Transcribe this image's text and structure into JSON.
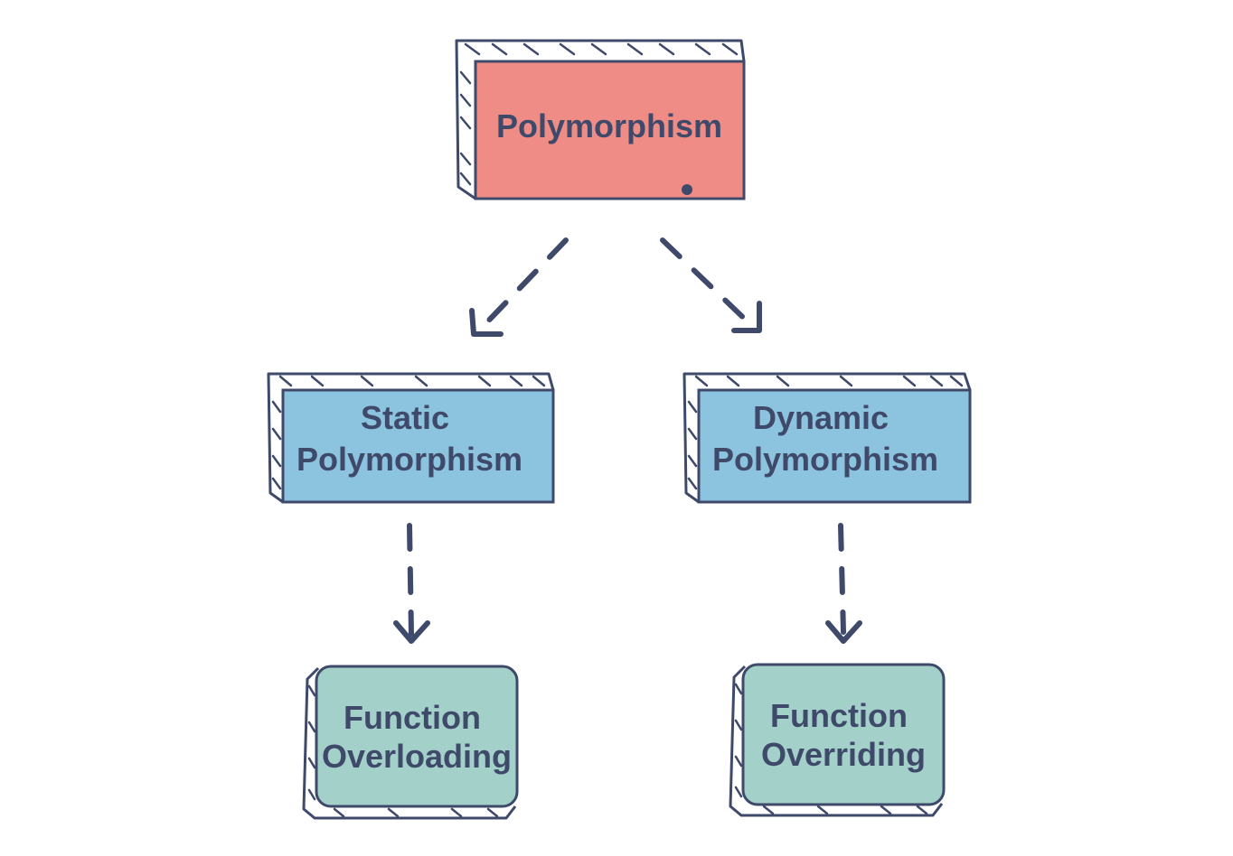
{
  "diagram": {
    "root": {
      "label": "Polymorphism",
      "color": "#ef8c86"
    },
    "static": {
      "line1": "Static",
      "line2": "Polymorphism",
      "color": "#8cc3df"
    },
    "dynamic": {
      "line1": "Dynamic",
      "line2": "Polymorphism",
      "color": "#8cc3df"
    },
    "overloading": {
      "line1": "Function",
      "line2": "Overloading",
      "color": "#a3d0c8"
    },
    "overriding": {
      "line1": "Function",
      "line2": "Overriding",
      "color": "#a3d0c8"
    },
    "ink_color": "#3f4a6b"
  }
}
